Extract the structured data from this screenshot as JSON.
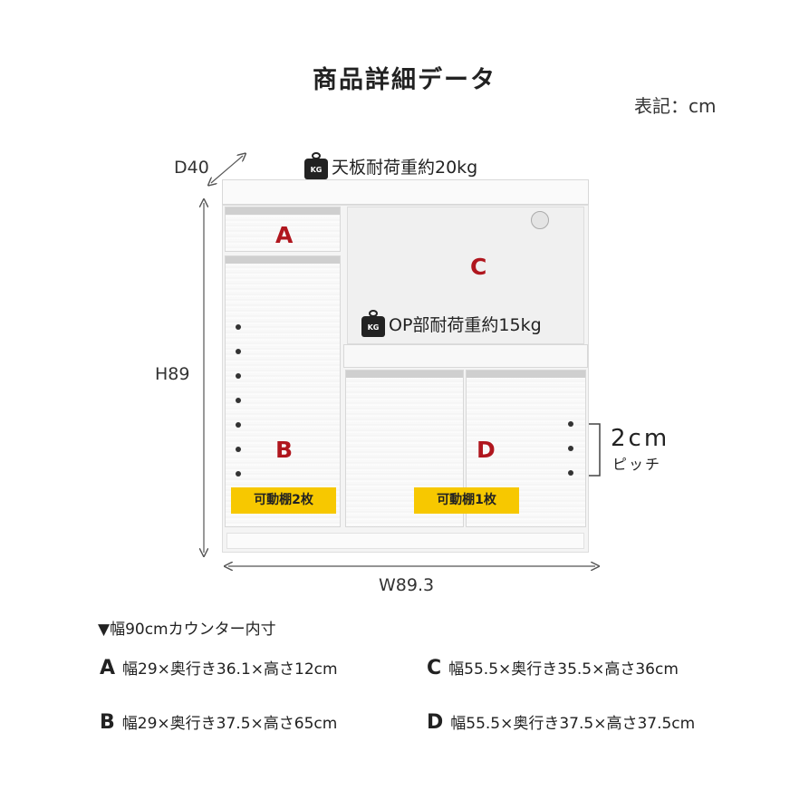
{
  "title": "商品詳細データ",
  "unit_note": "表記：cm",
  "dimensions": {
    "depth": "D40",
    "height": "H89",
    "width": "W89.3"
  },
  "load": {
    "top": "天板耐荷重約20kg",
    "op": "OP部耐荷重約15kg",
    "icon_text": "KG"
  },
  "sections": {
    "A": "A",
    "B": "B",
    "C": "C",
    "D": "D"
  },
  "shelves": {
    "left": "可動棚2枚",
    "right": "可動棚1枚"
  },
  "pitch": {
    "value": "2cm",
    "label": "ピッチ"
  },
  "specs": {
    "heading": "▼幅90cmカウンター内寸",
    "items": [
      {
        "letter": "A",
        "text": "幅29×奥行き36.1×高さ12cm"
      },
      {
        "letter": "B",
        "text": "幅29×奥行き37.5×高さ65cm"
      },
      {
        "letter": "C",
        "text": "幅55.5×奥行き35.5×高さ36cm"
      },
      {
        "letter": "D",
        "text": "幅55.5×奥行き37.5×高さ37.5cm"
      }
    ]
  },
  "colors": {
    "label_red": "#b0161e",
    "tag_yellow": "#f7c800"
  }
}
